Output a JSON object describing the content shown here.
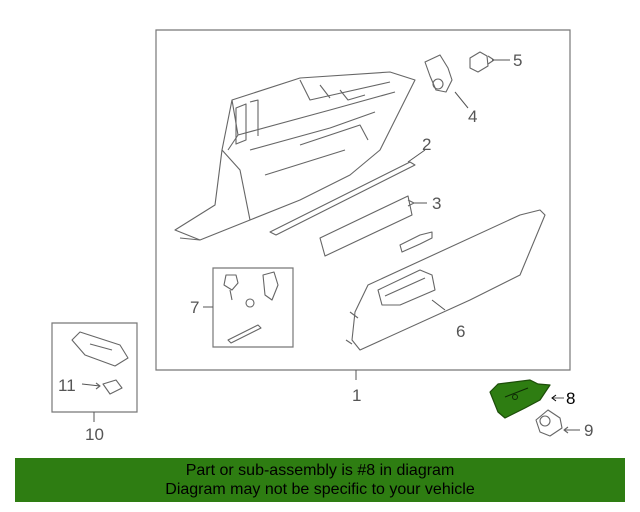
{
  "diagram": {
    "callouts": {
      "c1": "1",
      "c2": "2",
      "c3": "3",
      "c4": "4",
      "c5": "5",
      "c6": "6",
      "c7": "7",
      "c8": "8",
      "c9": "9",
      "c10": "10",
      "c11": "11"
    },
    "highlight_part": "8",
    "highlight_color": "#2e7d12"
  },
  "banner": {
    "line1": "Part or sub-assembly is #8 in diagram",
    "line2": "Diagram may not be specific to your vehicle",
    "background": "#2e7d12"
  }
}
